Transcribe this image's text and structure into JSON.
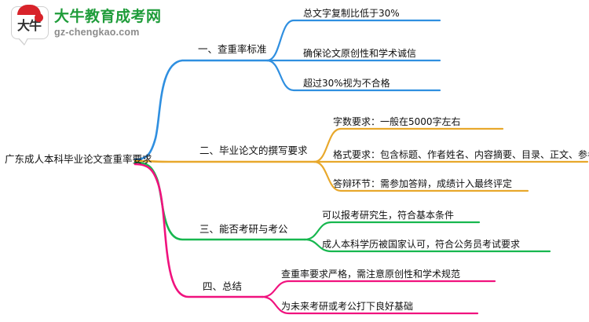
{
  "logo": {
    "mark_text": "大牛",
    "title": "大牛教育成考网",
    "subtitle": "gz-chengkao.com",
    "title_color": "#1f9c3a",
    "accent_color": "#d8232a"
  },
  "mindmap": {
    "root": "广东成人本科毕业论文查重率要求",
    "branches": [
      {
        "label": "一、查重率标准",
        "color": "#2f8fe0",
        "children": [
          "总文字复制比低于30%",
          "确保论文原创性和学术诚信",
          "超过30%视为不合格"
        ]
      },
      {
        "label": "二、毕业论文的撰写要求",
        "color": "#e8a82c",
        "children": [
          "字数要求：一般在5000字左右",
          "格式要求：包含标题、作者姓名、内容摘要、目录、正文、参考文献",
          "答辩环节：需参加答辩，成绩计入最终评定"
        ]
      },
      {
        "label": "三、能否考研与考公",
        "color": "#17b74f",
        "children": [
          "可以报考研究生，符合基本条件",
          "成人本科学历被国家认可，符合公务员考试要求"
        ]
      },
      {
        "label": "四、总结",
        "color": "#f0127e",
        "children": [
          "查重率要求严格，需注意原创性和学术规范",
          "为未来考研或考公打下良好基础"
        ]
      }
    ]
  }
}
